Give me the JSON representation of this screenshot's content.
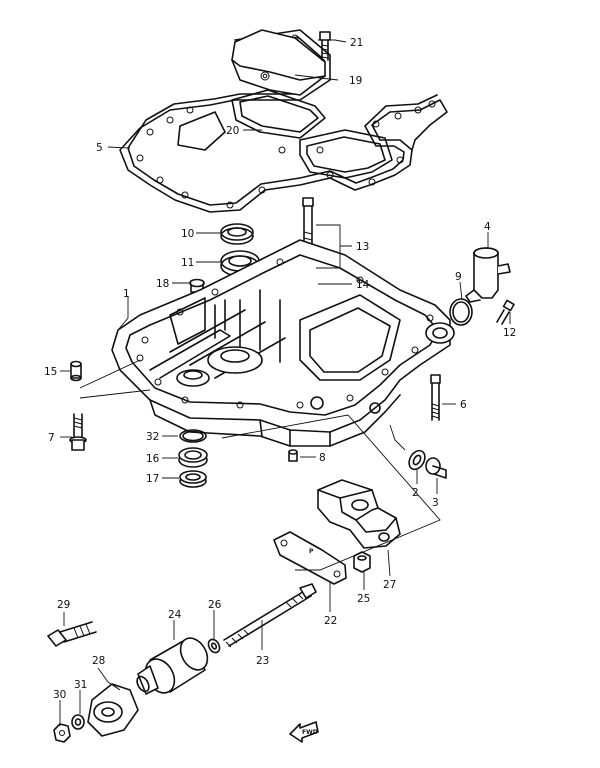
{
  "diagram": {
    "parts": [
      {
        "id": "1",
        "name": "oil-pan"
      },
      {
        "id": "2",
        "name": "gasket"
      },
      {
        "id": "3",
        "name": "drain-plug"
      },
      {
        "id": "4",
        "name": "water-fitting"
      },
      {
        "id": "5",
        "name": "oil-pan-gasket"
      },
      {
        "id": "6",
        "name": "bolt"
      },
      {
        "id": "7",
        "name": "bolt"
      },
      {
        "id": "8",
        "name": "pin"
      },
      {
        "id": "9",
        "name": "o-ring"
      },
      {
        "id": "10",
        "name": "oil-seal"
      },
      {
        "id": "11",
        "name": "oil-seal"
      },
      {
        "id": "12",
        "name": "bolt"
      },
      {
        "id": "13",
        "name": "stud-bolt"
      },
      {
        "id": "14",
        "name": "washer"
      },
      {
        "id": "15",
        "name": "dowel-pin"
      },
      {
        "id": "16",
        "name": "bearing"
      },
      {
        "id": "17",
        "name": "oil-seal"
      },
      {
        "id": "18",
        "name": "plug"
      },
      {
        "id": "19",
        "name": "cover"
      },
      {
        "id": "20",
        "name": "cover-gasket"
      },
      {
        "id": "21",
        "name": "bolt"
      },
      {
        "id": "22",
        "name": "gasket"
      },
      {
        "id": "23",
        "name": "stud"
      },
      {
        "id": "24",
        "name": "mount-rubber"
      },
      {
        "id": "25",
        "name": "nut"
      },
      {
        "id": "26",
        "name": "washer"
      },
      {
        "id": "27",
        "name": "mount-bracket"
      },
      {
        "id": "28",
        "name": "mount-cover"
      },
      {
        "id": "29",
        "name": "bolt"
      },
      {
        "id": "30",
        "name": "nut"
      },
      {
        "id": "31",
        "name": "washer"
      },
      {
        "id": "32",
        "name": "circlip"
      }
    ],
    "direction_label": "FWD"
  }
}
